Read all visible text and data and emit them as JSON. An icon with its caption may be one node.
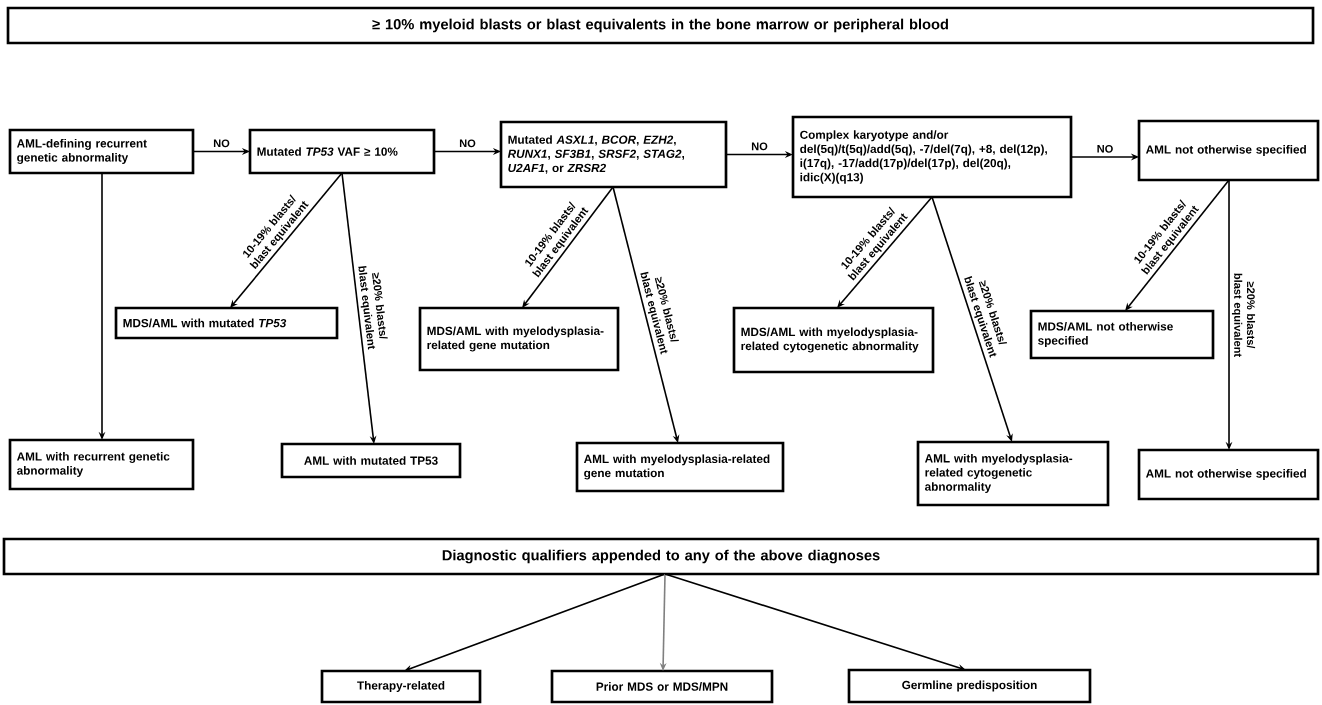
{
  "diagram": {
    "nodes": [
      {
        "text": [
          "≥ 10% myeloid blasts or blast equivalents in the bone marrow or peripheral blood"
        ]
      },
      {
        "text": [
          "AML-defining recurrent genetic abnormality"
        ]
      },
      {
        "text": [
          "Mutated *TP53* VAF ≥ 10%"
        ]
      },
      {
        "text": [
          "Mutated *ASXL1*, *BCOR*, *EZH2*, *RUNX1*, *SF3B1*, *SRSF2*, *STAG2*, *U2AF1*, or *ZRSR2*"
        ]
      },
      {
        "text": [
          "Complex karyotype and/or del(5q)/t(5q)/add(5q), -7/del(7q), +8, del(12p), i(17q), -17/add(17p)/del(17p), del(20q), idic(X)(q13)"
        ]
      },
      {
        "text": [
          "AML not otherwise specified"
        ]
      },
      {
        "text": [
          "MDS/AML with mutated *TP53*"
        ]
      },
      {
        "text": [
          "MDS/AML with myelodysplasia-related gene mutation"
        ]
      },
      {
        "text": [
          "MDS/AML with myelodysplasia-related cytogenetic abnormality"
        ]
      },
      {
        "text": [
          "MDS/AML not otherwise specified"
        ]
      },
      {
        "text": [
          "AML with recurrent genetic abnormality"
        ]
      },
      {
        "text": [
          "AML with mutated TP53"
        ]
      },
      {
        "text": [
          "AML with myelodysplasia-related gene mutation"
        ]
      },
      {
        "text": [
          "AML with myelodysplasia-related cytogenetic abnormality"
        ]
      },
      {
        "text": [
          "AML not otherwise specified"
        ]
      },
      {
        "text": [
          "Diagnostic qualifiers appended to any of the above diagnoses"
        ]
      },
      {
        "text": [
          "Therapy-related"
        ]
      },
      {
        "text": [
          "Prior MDS or MDS/MPN"
        ]
      },
      {
        "text": [
          "Germline predisposition"
        ]
      }
    ],
    "edges": [
      {
        "from": 1,
        "to": 2,
        "arrow": "to",
        "label": "NO"
      },
      {
        "from": 2,
        "to": 3,
        "arrow": "to",
        "label": "NO"
      },
      {
        "from": 3,
        "to": 4,
        "arrow": "to",
        "label": "NO"
      },
      {
        "from": 4,
        "to": 5,
        "arrow": "to",
        "label": "NO"
      },
      {
        "from": 1,
        "to": 10,
        "arrow": "to"
      },
      {
        "from": 2,
        "to": 6,
        "arrow": "to",
        "label": "10-19% blasts/ blast equivalent"
      },
      {
        "from": 2,
        "to": 11,
        "arrow": "to",
        "label": "≥20% blasts/ blast equivalent"
      },
      {
        "from": 3,
        "to": 7,
        "arrow": "to",
        "label": "10-19% blasts/ blast equivalent"
      },
      {
        "from": 3,
        "to": 12,
        "arrow": "to",
        "label": "≥20% blasts/ blast equivalent"
      },
      {
        "from": 4,
        "to": 8,
        "arrow": "to",
        "label": "10-19% blasts/ blast equivalent"
      },
      {
        "from": 4,
        "to": 13,
        "arrow": "to",
        "label": "≥20% blasts/ blast equivalent"
      },
      {
        "from": 5,
        "to": 9,
        "arrow": "to",
        "label": "10-19% blasts/ blast equivalent"
      },
      {
        "from": 5,
        "to": 14,
        "arrow": "to",
        "label": "≥20% blasts/ blast equivalent"
      },
      {
        "from": 15,
        "to": 16,
        "arrow": "to"
      },
      {
        "from": 15,
        "to": 17,
        "arrow": "to",
        "color": "#808080"
      },
      {
        "from": 15,
        "to": 18,
        "arrow": "to"
      }
    ]
  }
}
